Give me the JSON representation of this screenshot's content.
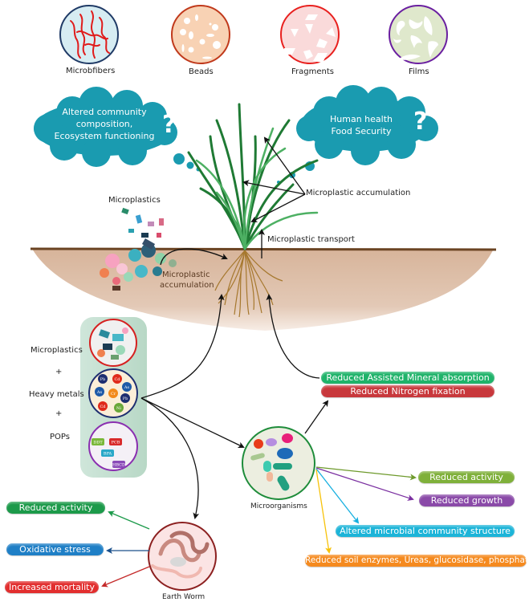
{
  "types": [
    {
      "label": "Microbfibers",
      "fill": "#d6ecf2",
      "stroke": "#1f3a66"
    },
    {
      "label": "Beads",
      "fill": "#f8d2b4",
      "stroke": "#c0391b"
    },
    {
      "label": "Fragments",
      "fill": "#fadada",
      "stroke": "#e8201e"
    },
    {
      "label": "Films",
      "fill": "#dfe8cc",
      "stroke": "#6a1fa0"
    }
  ],
  "clouds": {
    "left": {
      "lines": [
        "Altered community",
        "composition,",
        "Ecosystem functioning"
      ],
      "symbol": "?"
    },
    "right": {
      "lines": [
        "Human health",
        "Food Security"
      ],
      "symbol": "?"
    },
    "color": "#1a9bb0"
  },
  "plant_labels": {
    "accumulation_top": "Microplastic accumulation",
    "transport": "Microplastic transport",
    "microplastics_pile": "Microplastics",
    "soil_accumulation_line1": "Microplastic",
    "soil_accumulation_line2": "accumulation"
  },
  "pollutants": {
    "items": [
      "Microplastics",
      "+",
      "Heavy metals",
      "+",
      "POPs"
    ],
    "metals": [
      "Pb",
      "Cd",
      "As",
      "As",
      "Cr",
      "Pb",
      "Cd",
      "Ni"
    ],
    "pops": [
      "DDT",
      "PCB",
      "BPA",
      "HBCD"
    ]
  },
  "plant_effects": [
    {
      "label": "Reduced Assisted Mineral absorption",
      "color": "#1fb36a"
    },
    {
      "label": "Reduced Nitrogen fixation",
      "color": "#c8383c"
    }
  ],
  "microorganisms": {
    "label": "Microorganisms",
    "effects": [
      {
        "label": "Reduced activity",
        "color": "#7fb03a",
        "arrow": "#6e9a2c"
      },
      {
        "label": "Reduced growth",
        "color": "#8a4aa8",
        "arrow": "#7a2fa0"
      },
      {
        "label": "Altered microbial community structure",
        "color": "#1cb4d8",
        "arrow": "#18b0e0"
      },
      {
        "label": "Reduced soil enzymes, Ureas, glucosidase, phosphate",
        "color": "#f58a1f",
        "arrow": "#f7c20a"
      }
    ]
  },
  "earthworm": {
    "label": "Earth Worm",
    "effects": [
      {
        "label": "Reduced activity",
        "color": "#1c9a4a",
        "arrow": "#1c9a4a"
      },
      {
        "label": "Oxidative stress",
        "color": "#1f7fc6",
        "arrow": "#1a4f8a"
      },
      {
        "label": "Increased mortality",
        "color": "#e22e2e",
        "arrow": "#c42a2a"
      }
    ]
  }
}
